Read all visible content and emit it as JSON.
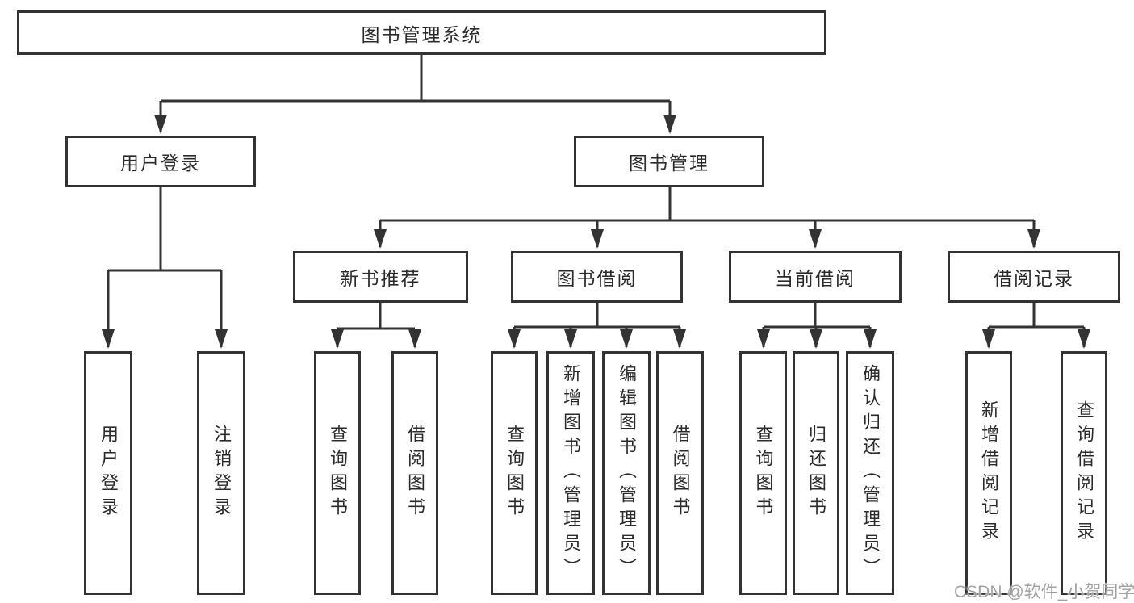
{
  "diagram": {
    "title": "图书管理系统",
    "root": {
      "label": "图书管理系统"
    },
    "branches": [
      {
        "label": "用户登录",
        "children": [
          {
            "label": "用户登录"
          },
          {
            "label": "注销登录"
          }
        ]
      },
      {
        "label": "图书管理",
        "children": [
          {
            "label": "新书推荐",
            "children": [
              {
                "label": "查询图书"
              },
              {
                "label": "借阅图书"
              }
            ]
          },
          {
            "label": "图书借阅",
            "children": [
              {
                "label": "查询图书"
              },
              {
                "label": "新增图书（管理员）"
              },
              {
                "label": "编辑图书（管理员）"
              },
              {
                "label": "借阅图书"
              }
            ]
          },
          {
            "label": "当前借阅",
            "children": [
              {
                "label": "查询图书"
              },
              {
                "label": "归还图书"
              },
              {
                "label": "确认归还（管理员）"
              }
            ]
          },
          {
            "label": "借阅记录",
            "children": [
              {
                "label": "新增借阅记录"
              },
              {
                "label": "查询借阅记录"
              }
            ]
          }
        ]
      }
    ]
  },
  "watermark": {
    "text": "CSDN @软件_小贺同学"
  },
  "colors": {
    "line": "#333333",
    "text": "#2b2b2b",
    "background": "#ffffff",
    "watermark": "#a3a3a3"
  }
}
